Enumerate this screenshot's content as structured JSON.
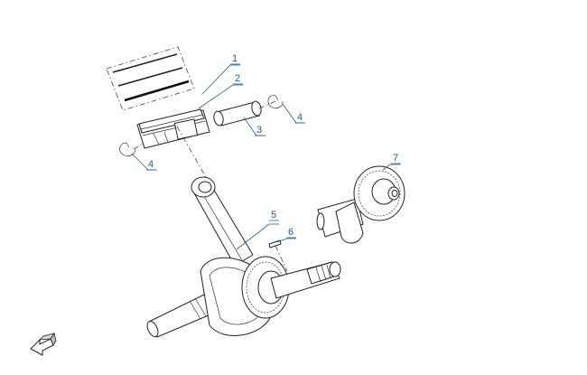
{
  "callouts": [
    {
      "id": "1",
      "label": "1"
    },
    {
      "id": "2",
      "label": "2"
    },
    {
      "id": "3",
      "label": "3"
    },
    {
      "id": "4a",
      "label": "4"
    },
    {
      "id": "4b",
      "label": "4"
    },
    {
      "id": "5",
      "label": "5"
    },
    {
      "id": "6",
      "label": "6"
    },
    {
      "id": "7",
      "label": "7"
    }
  ],
  "nav_icon": "front-direction-arrow-icon",
  "colors": {
    "callout": "#1a5fa8",
    "line": "#222222",
    "background": "#ffffff"
  }
}
